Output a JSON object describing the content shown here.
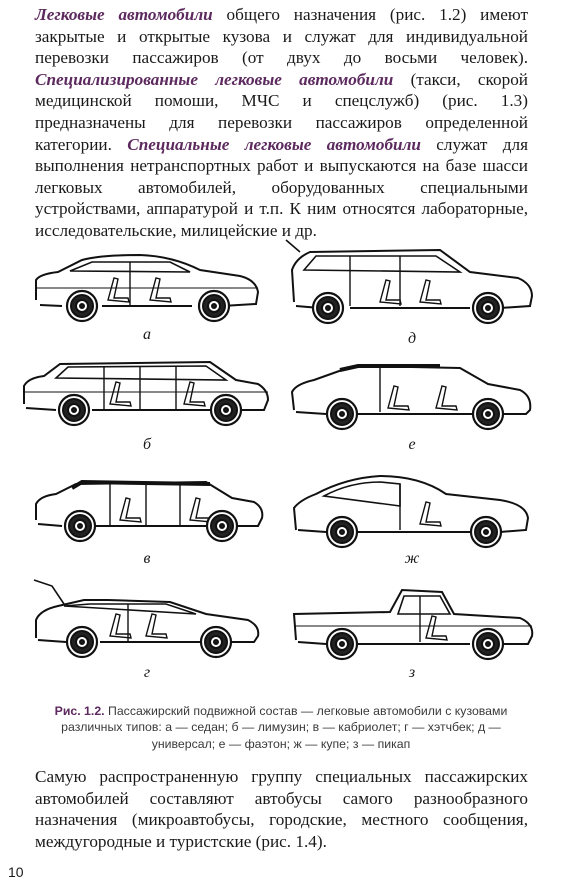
{
  "paragraph1": {
    "hl1": "Легковые автомобили",
    "t1": " общего назначения (рис. 1.2) имеют закрытые и открытые кузова и служат для индивидуальной перевозки пассажиров (от двух до восьми человек). ",
    "hl2": "Специализированные легковые автомобили",
    "t2": " (такси, скорой медицинской помоши, МЧС и спецслужб) (рис. 1.3) предназначены для перевозки пассажиров определенной категории. ",
    "hl3": "Специальные легковые автомобили",
    "t3": " служат для выполнения нетранспортных работ и выпускаются на базе шасси легковых автомобилей, оборудованных специальными устройствами, аппаратурой и т.п. К ним относятся лабораторные, исследовательские, милицейские и др."
  },
  "figure": {
    "labels": {
      "a": "а",
      "b": "б",
      "v": "в",
      "g": "г",
      "d": "д",
      "e": "е",
      "zh": "ж",
      "z": "з"
    },
    "caption_title": "Рис. 1.2.",
    "caption_text": " Пассажирский подвижной состав — легковые автомобили с кузовами различных типов: а — седан; б — лимузин; в — кабриолет; г — хэтчбек; д — универсал; е — фаэтон; ж — купе; з — пикап"
  },
  "paragraph2": "Самую распространенную группу специальных пассажирских автомобилей составляют автобусы самого разнообразного назначения (микроавтобусы, городские, местного сообщения, междугородные и туристские (рис. 1.4).",
  "page_number": "10"
}
